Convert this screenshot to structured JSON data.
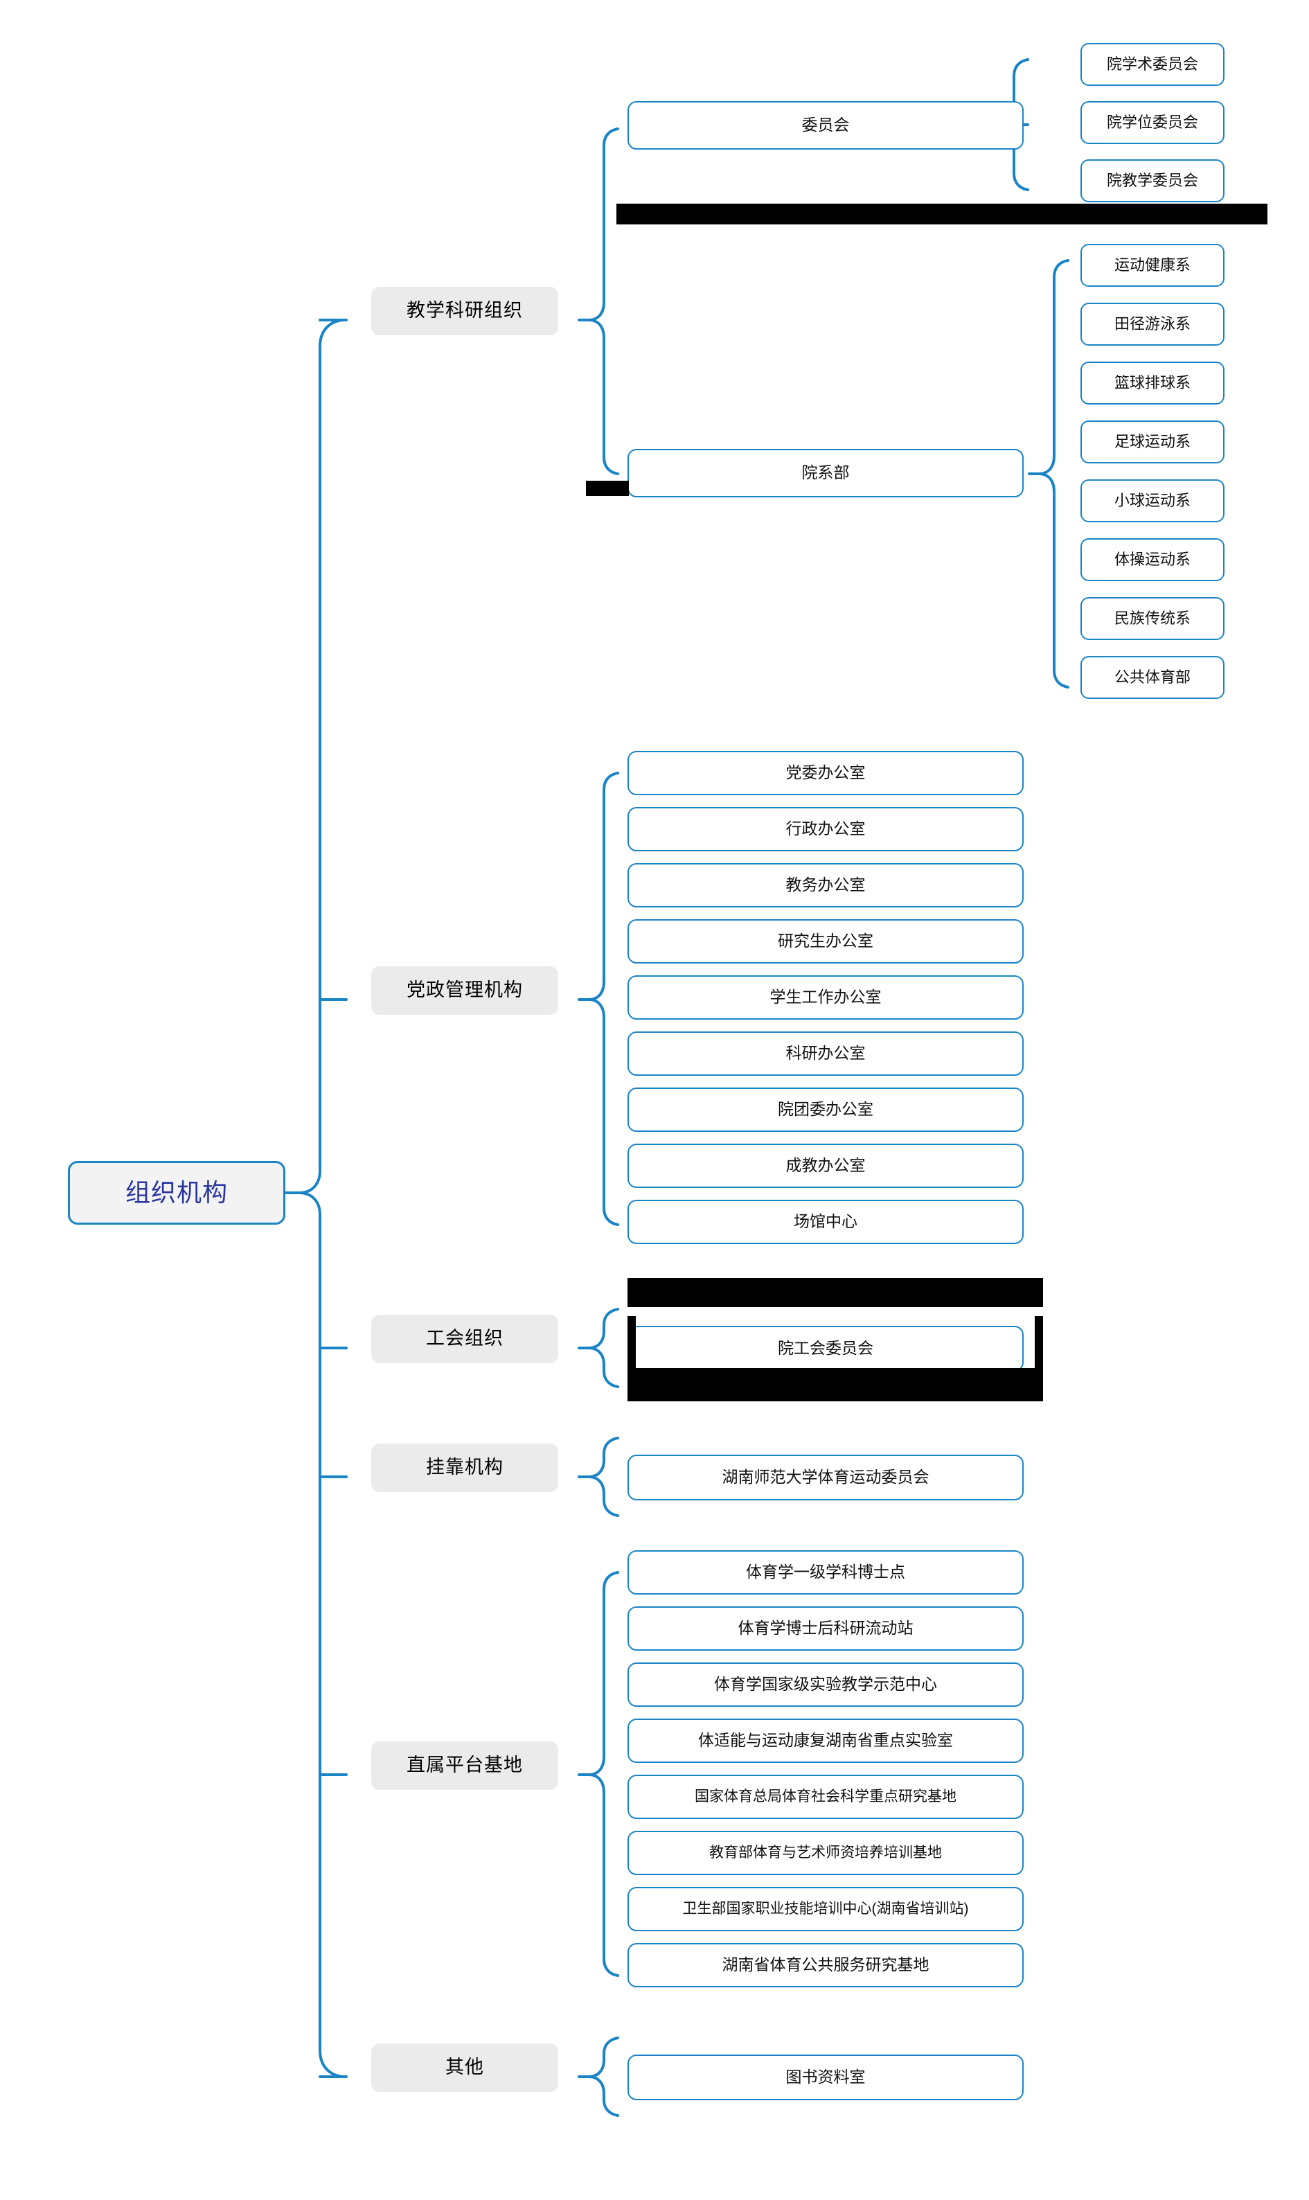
{
  "diagram": {
    "title_node": "组织机构",
    "colors": {
      "accent": "#1b84c6",
      "root_text": "#2a36a0",
      "category_bg": "#ebebeb",
      "root_bg": "#f3f3f3",
      "node_text": "#111111",
      "redaction": "#000000",
      "canvas_bg": "#ffffff"
    },
    "categories": [
      {
        "label": "教学科研组织"
      },
      {
        "label": "党政管理机构"
      },
      {
        "label": "工会组织"
      },
      {
        "label": "挂靠机构"
      },
      {
        "label": "直属平台基地"
      },
      {
        "label": "其他"
      }
    ],
    "teaching_research": {
      "branches": [
        {
          "label": "委员会"
        },
        {
          "label": "院系部"
        }
      ],
      "committees": [
        {
          "label": "院学术委员会"
        },
        {
          "label": "院学位委员会"
        },
        {
          "label": "院教学委员会"
        }
      ],
      "departments": [
        {
          "label": "运动健康系"
        },
        {
          "label": "田径游泳系"
        },
        {
          "label": "篮球排球系"
        },
        {
          "label": "足球运动系"
        },
        {
          "label": "小球运动系"
        },
        {
          "label": "体操运动系"
        },
        {
          "label": "民族传统系"
        },
        {
          "label": "公共体育部"
        }
      ]
    },
    "party_admin_offices": [
      {
        "label": "党委办公室"
      },
      {
        "label": "行政办公室"
      },
      {
        "label": "教务办公室"
      },
      {
        "label": "研究生办公室"
      },
      {
        "label": "学生工作办公室"
      },
      {
        "label": "科研办公室"
      },
      {
        "label": "院团委办公室"
      },
      {
        "label": "成教办公室"
      },
      {
        "label": "场馆中心"
      }
    ],
    "union": [
      {
        "label": "院工会委员会"
      }
    ],
    "affiliated": [
      {
        "label": "湖南师范大学体育运动委员会"
      }
    ],
    "platform_bases": [
      {
        "label": "体育学一级学科博士点"
      },
      {
        "label": "体育学博士后科研流动站"
      },
      {
        "label": "体育学国家级实验教学示范中心"
      },
      {
        "label": "体适能与运动康复湖南省重点实验室"
      },
      {
        "label": "国家体育总局体育社会科学重点研究基地"
      },
      {
        "label": "教育部体育与艺术师资培养培训基地"
      },
      {
        "label": "卫生部国家职业技能培训中心(湖南省培训站)"
      },
      {
        "label": "湖南省体育公共服务研究基地"
      }
    ],
    "other": [
      {
        "label": "图书资料室"
      }
    ]
  }
}
